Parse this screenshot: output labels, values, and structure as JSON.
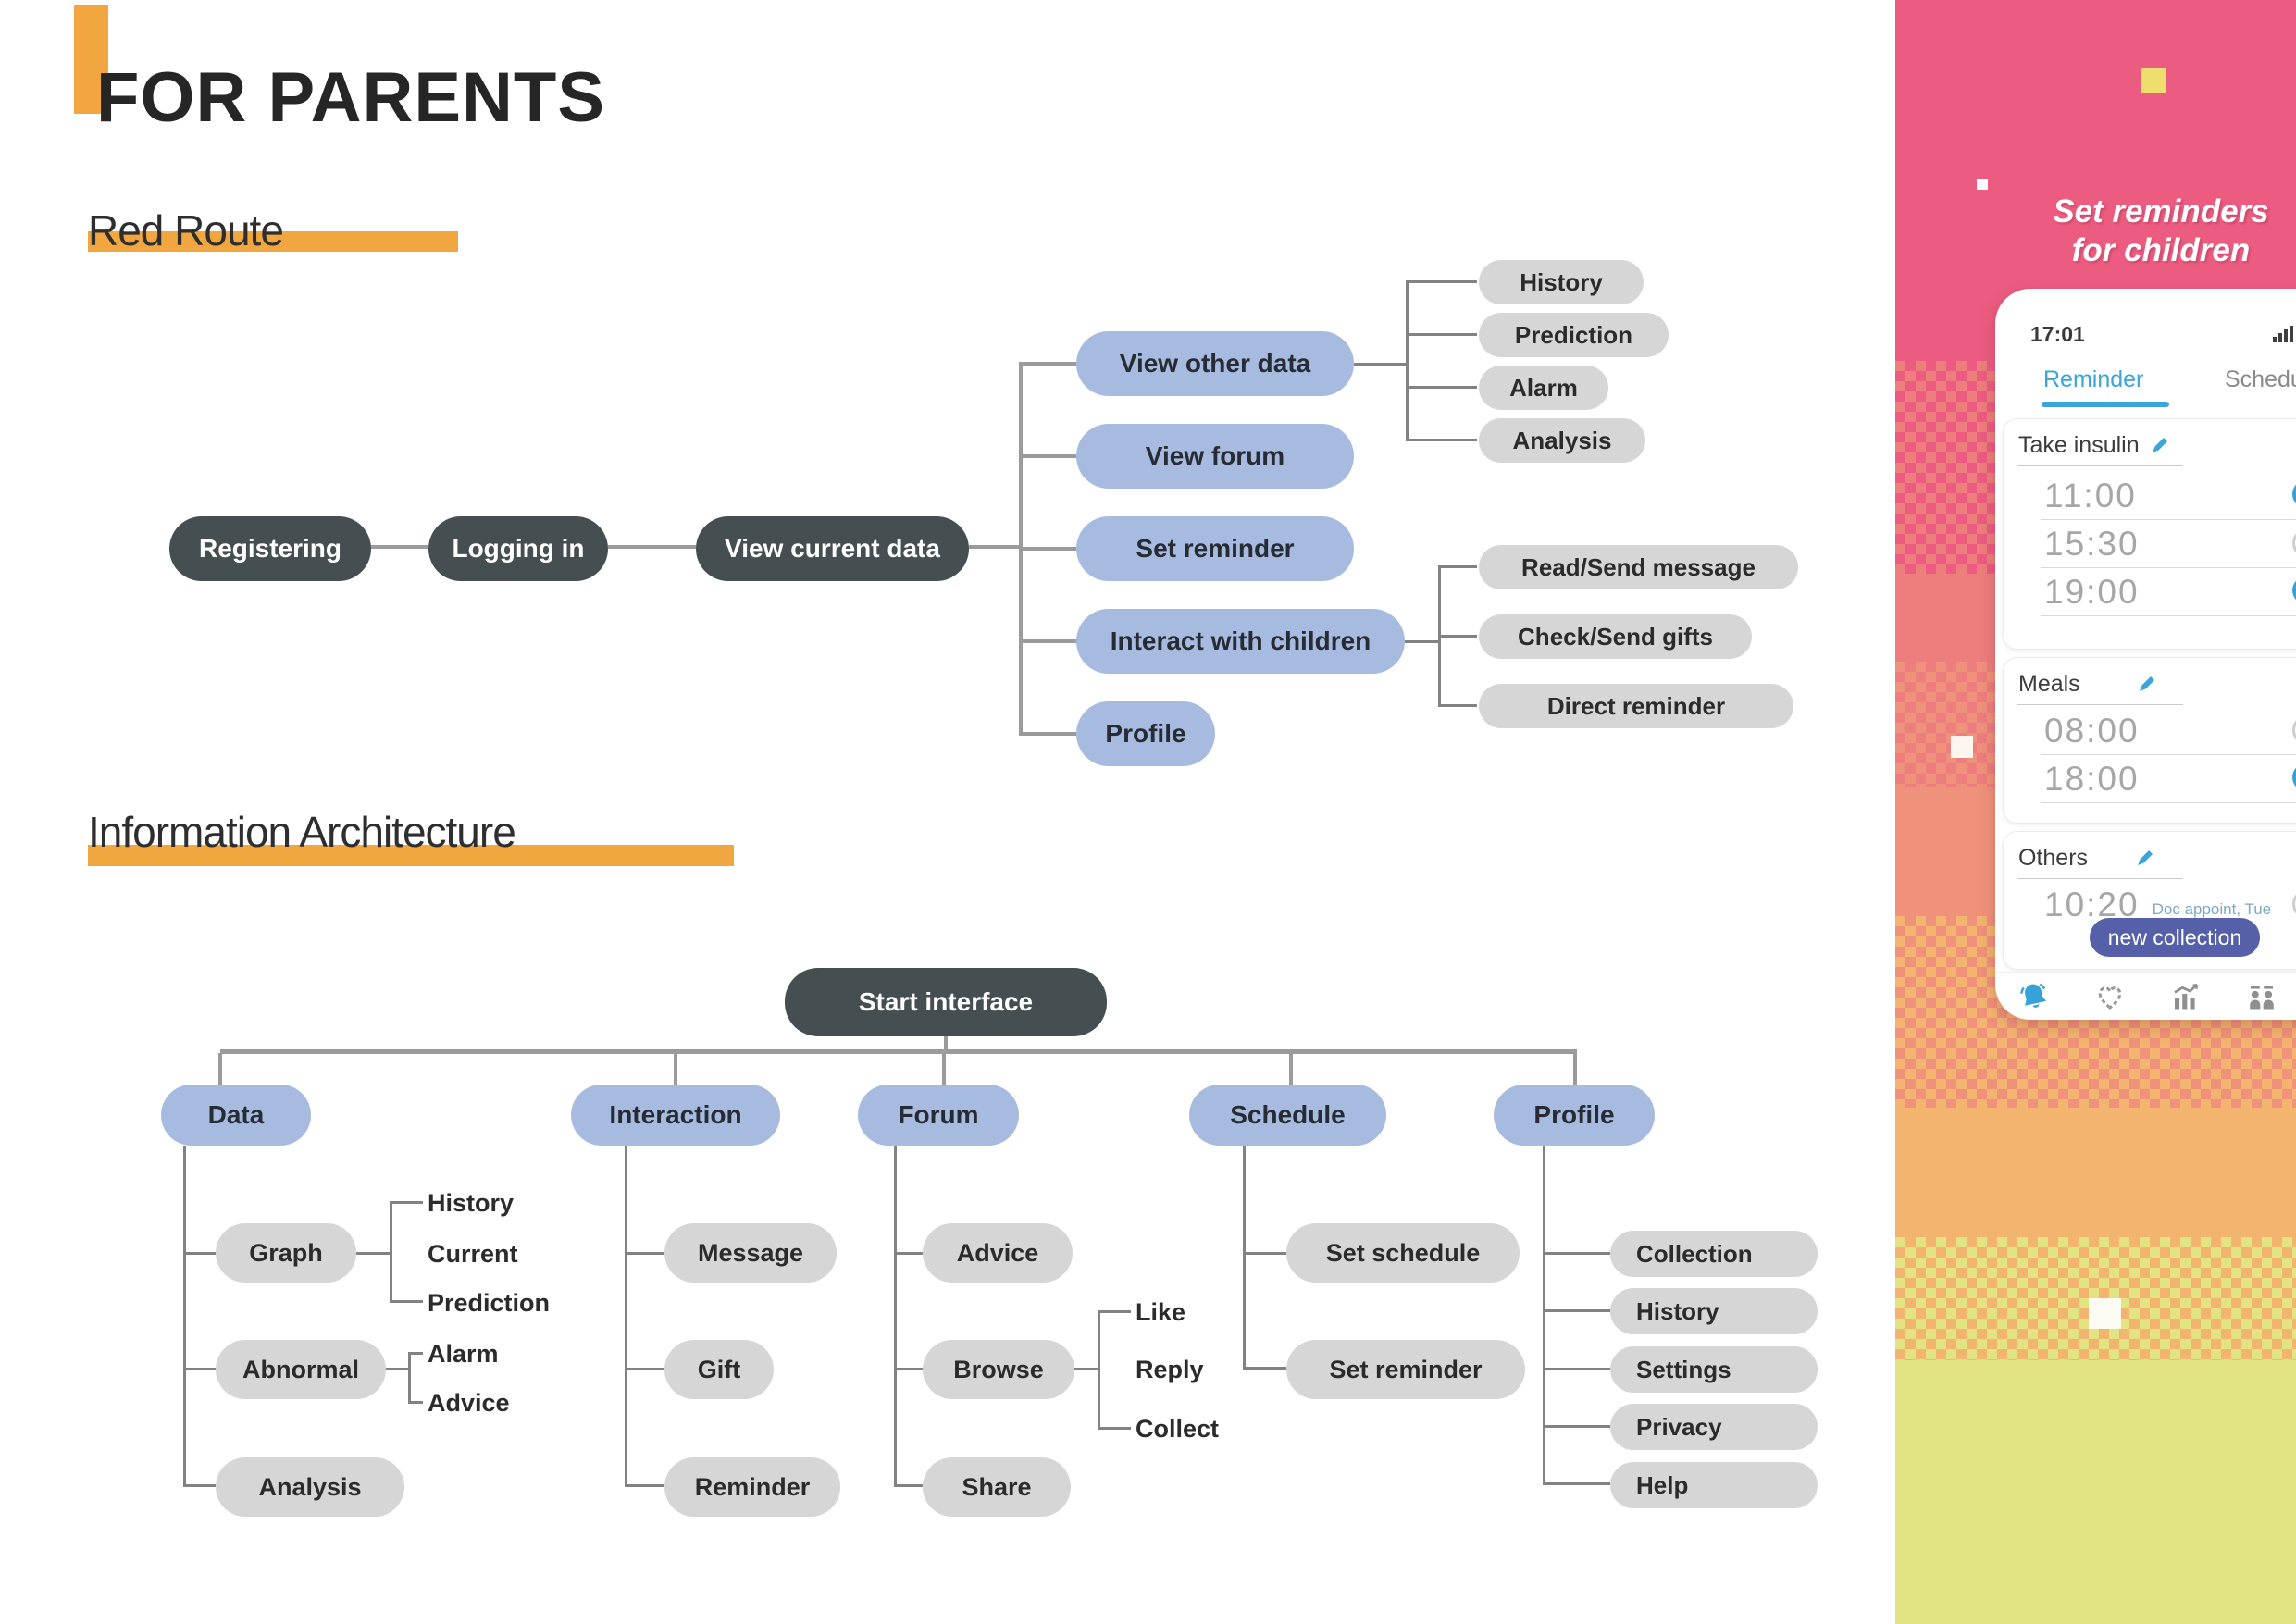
{
  "page": {
    "title": "FOR PARENTS"
  },
  "sections": {
    "red_route": "Red Route",
    "ia": "Information Architecture"
  },
  "red_route": {
    "flow": [
      "Registering",
      "Logging in",
      "View current data"
    ],
    "level2": [
      "View other data",
      "View forum",
      "Set reminder",
      "Interact with children",
      "Profile"
    ],
    "other_data_children": [
      "History",
      "Prediction",
      "Alarm",
      "Analysis"
    ],
    "interact_children": [
      "Read/Send message",
      "Check/Send gifts",
      "Direct reminder"
    ]
  },
  "ia": {
    "root": "Start interface",
    "branches": [
      "Data",
      "Interaction",
      "Forum",
      "Schedule",
      "Profile"
    ],
    "data_children": [
      "Graph",
      "Abnormal",
      "Analysis"
    ],
    "graph_children": [
      "History",
      "Current",
      "Prediction"
    ],
    "abnormal_children": [
      "Alarm",
      "Advice"
    ],
    "interaction_children": [
      "Message",
      "Gift",
      "Reminder"
    ],
    "forum_children": [
      "Advice",
      "Browse",
      "Share"
    ],
    "browse_children": [
      "Like",
      "Reply",
      "Collect"
    ],
    "schedule_children": [
      "Set schedule",
      "Set reminder"
    ],
    "profile_children": [
      "Collection",
      "History",
      "Settings",
      "Privacy",
      "Help"
    ]
  },
  "promo": {
    "headline_line1": "Set reminders",
    "headline_line2": "for children"
  },
  "phone": {
    "status_time": "17:01",
    "tabs": {
      "reminder": "Reminder",
      "schedule": "Schedule"
    },
    "cards": [
      {
        "title": "Take insulin",
        "rows": [
          {
            "time": "11:00",
            "on": true
          },
          {
            "time": "15:30",
            "on": false
          },
          {
            "time": "19:00",
            "on": true
          }
        ]
      },
      {
        "title": "Meals",
        "rows": [
          {
            "time": "08:00",
            "on": false
          },
          {
            "time": "18:00",
            "on": true
          }
        ]
      },
      {
        "title": "Others",
        "rows": [
          {
            "time": "10:20",
            "note": "Doc appoint, Tue",
            "on": false
          }
        ]
      }
    ],
    "button_label": "new collection",
    "nav_icons": [
      "bell-icon",
      "heart-icon",
      "stats-icon",
      "profile-icon"
    ]
  },
  "colors": {
    "accent_orange": "#F2A63F",
    "panel_pink": "#EC5C80",
    "panel_coral": "#EE7D7D",
    "panel_salmon": "#F0917B",
    "panel_orange": "#F2B46E",
    "panel_yellow": "#E2E383",
    "node_dark": "#454E50",
    "node_blue": "#A7BBE0",
    "node_gray": "#D6D6D6",
    "tab_blue": "#3AA5D8",
    "button_indigo": "#5560A9"
  }
}
